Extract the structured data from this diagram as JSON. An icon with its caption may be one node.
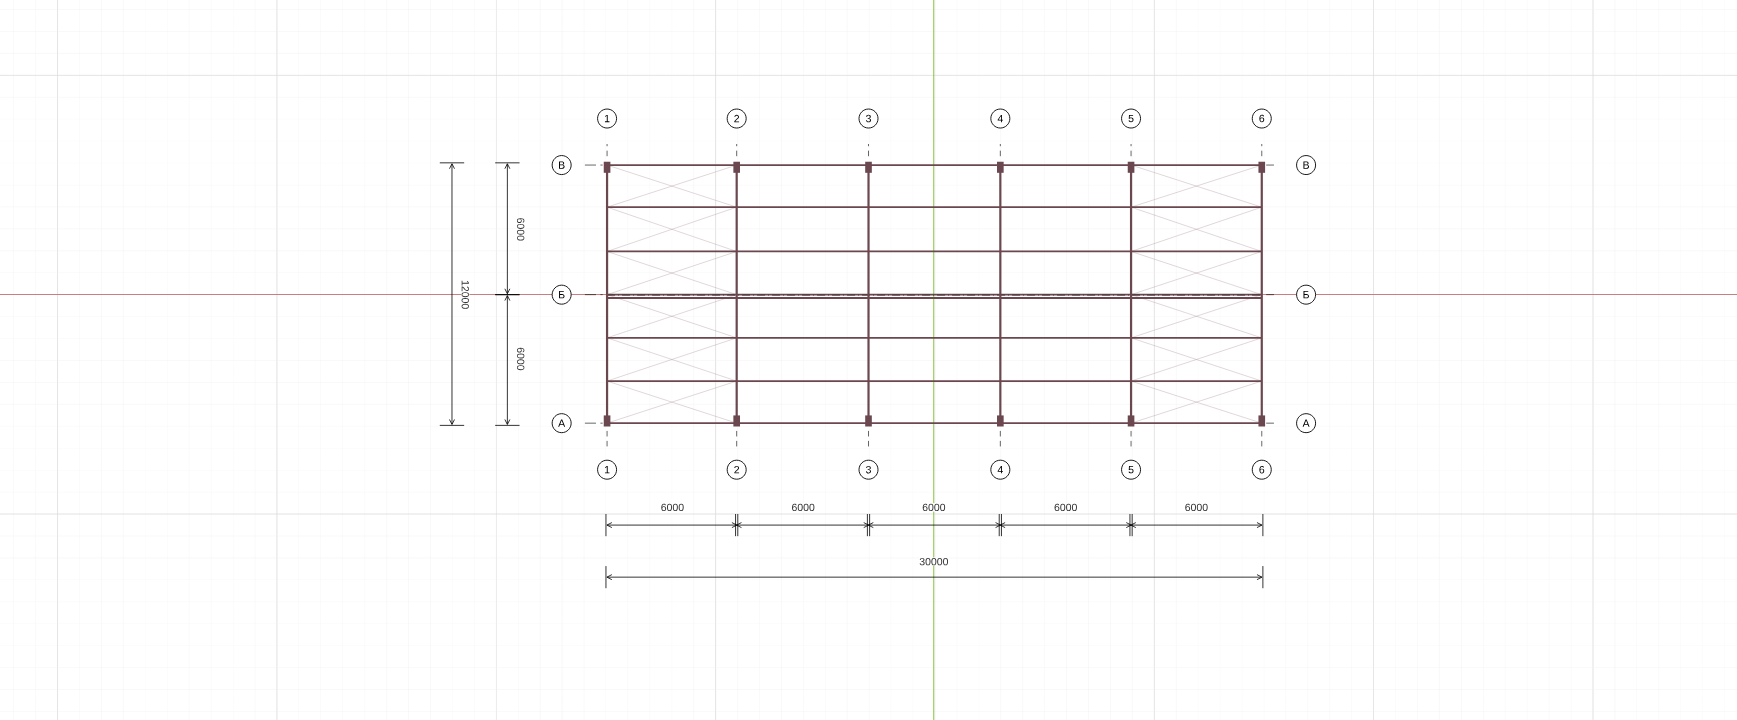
{
  "diagram": {
    "nodes": [
      {
        "text": [
          "1"
        ]
      },
      {
        "text": [
          "2"
        ]
      },
      {
        "text": [
          "3"
        ]
      },
      {
        "text": [
          "4"
        ]
      },
      {
        "text": [
          "5"
        ]
      },
      {
        "text": [
          "6"
        ]
      },
      {
        "text": [
          "В"
        ]
      },
      {
        "text": [
          "В"
        ]
      },
      {
        "text": [
          "Б"
        ]
      },
      {
        "text": [
          "Б"
        ]
      },
      {
        "text": [
          "А"
        ]
      },
      {
        "text": [
          "А"
        ]
      },
      {
        "text": [
          "1"
        ]
      },
      {
        "text": [
          "2"
        ]
      },
      {
        "text": [
          "3"
        ]
      },
      {
        "text": [
          "4"
        ]
      },
      {
        "text": [
          "5"
        ]
      },
      {
        "text": [
          "6"
        ]
      }
    ],
    "labels": [
      "6000",
      "12000",
      "6000",
      "6000",
      "6000",
      "6000",
      "6000",
      "6000",
      "30000"
    ]
  }
}
